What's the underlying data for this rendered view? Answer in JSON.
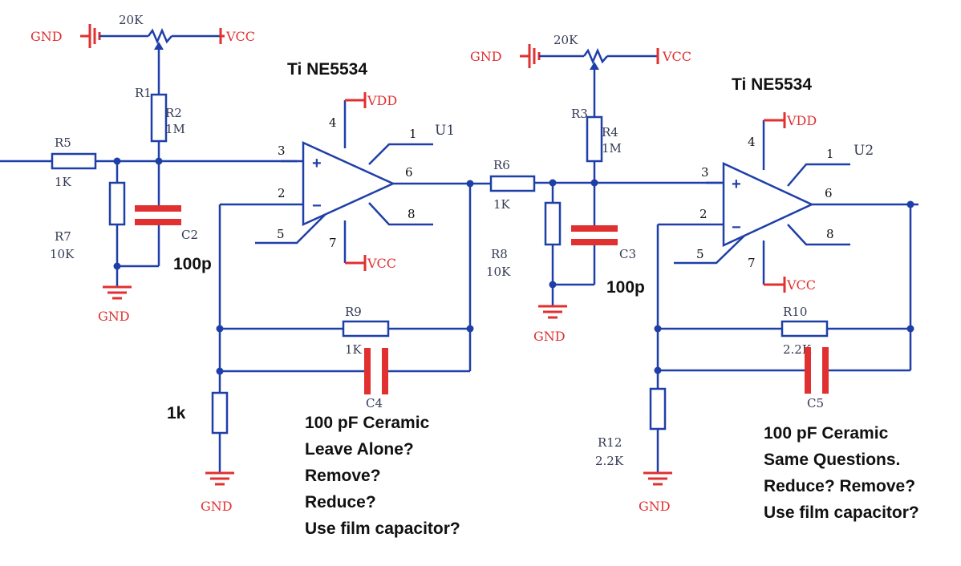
{
  "stage1": {
    "chip": "Ti NE5534",
    "pot_value": "20K",
    "gnd_left": "GND",
    "vcc_top": "VCC",
    "r1": "R1",
    "r2": "R2",
    "r2_val": "1M",
    "r5": "R5",
    "r5_val": "1K",
    "r7": "R7",
    "r7_val": "10K",
    "c2": "C2",
    "c2_note": "100p",
    "gnd_bottom": "GND",
    "vdd": "VDD",
    "vcc": "VCC",
    "u": "U1",
    "pin1": "1",
    "pin2": "2",
    "pin3": "3",
    "pin5": "5",
    "pin6": "6",
    "pin8": "8",
    "pin4": "4",
    "pin7": "7",
    "r9": "R9",
    "r9_val": "1K",
    "c4": "C4",
    "r_gnd_note": "1k",
    "gnd_r": "GND",
    "notes": [
      "100 pF Ceramic",
      "Leave Alone?",
      "Remove?",
      "Reduce?",
      "Use film capacitor?"
    ]
  },
  "stage2": {
    "chip": "Ti NE5534",
    "pot_value": "20K",
    "gnd_left": "GND",
    "vcc_top": "VCC",
    "r3": "R3",
    "r4": "R4",
    "r4_val": "1M",
    "r6": "R6",
    "r6_val": "1K",
    "r8": "R8",
    "r8_val": "10K",
    "c3": "C3",
    "c3_note": "100p",
    "gnd_bottom": "GND",
    "vdd": "VDD",
    "vcc": "VCC",
    "u": "U2",
    "pin1": "1",
    "pin2": "2",
    "pin3": "3",
    "pin5": "5",
    "pin6": "6",
    "pin8": "8",
    "pin4": "4",
    "pin7": "7",
    "r10": "R10",
    "r10_val": "2.2K",
    "c5": "C5",
    "r12": "R12",
    "r12_val": "2.2K",
    "gnd_r": "GND",
    "notes": [
      "100 pF Ceramic",
      "Same Questions.",
      "Reduce? Remove?",
      "Use film capacitor?"
    ]
  },
  "signs": {
    "plus": "+",
    "minus": "−"
  }
}
